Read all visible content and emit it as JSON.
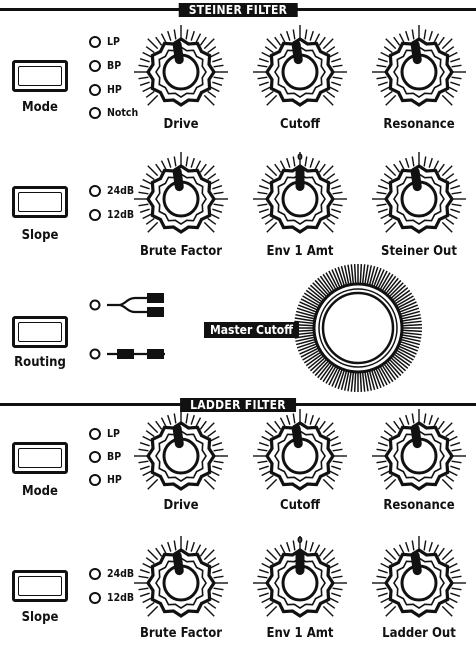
{
  "steiner": {
    "title": "STEINER FILTER",
    "mode": {
      "label": "Mode",
      "options": [
        "LP",
        "BP",
        "HP",
        "Notch"
      ]
    },
    "slope": {
      "label": "Slope",
      "options": [
        "24dB",
        "12dB"
      ]
    },
    "routing": {
      "label": "Routing"
    },
    "knobs": {
      "drive": "Drive",
      "cutoff": "Cutoff",
      "resonance": "Resonance",
      "brute_factor": "Brute Factor",
      "env1_amt": "Env 1 Amt",
      "out": "Steiner Out"
    },
    "env_zero": "0",
    "master_cutoff": "Master Cutoff"
  },
  "ladder": {
    "title": "LADDER FILTER",
    "mode": {
      "label": "Mode",
      "options": [
        "LP",
        "BP",
        "HP"
      ]
    },
    "slope": {
      "label": "Slope",
      "options": [
        "24dB",
        "12dB"
      ]
    },
    "knobs": {
      "drive": "Drive",
      "cutoff": "Cutoff",
      "resonance": "Resonance",
      "brute_factor": "Brute Factor",
      "env1_amt": "Env 1 Amt",
      "out": "Ladder Out"
    },
    "env_zero": "0"
  }
}
